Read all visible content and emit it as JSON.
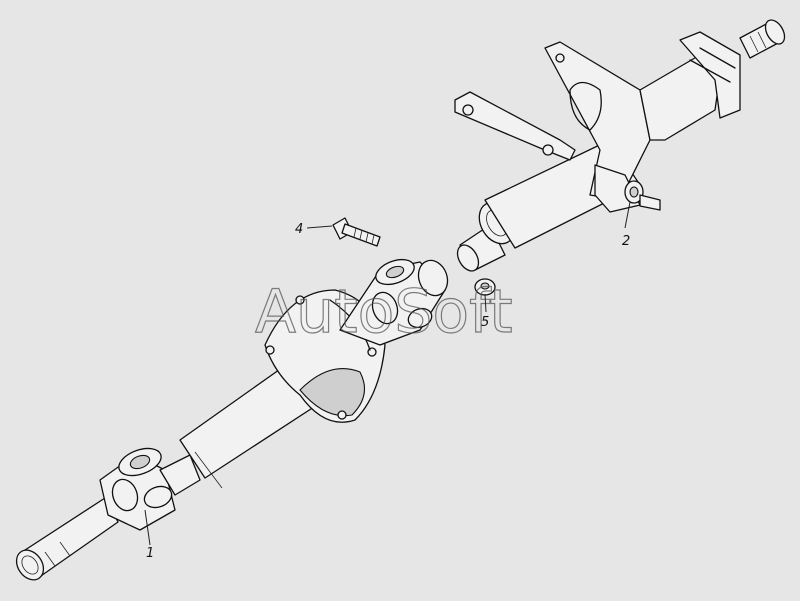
{
  "callouts": [
    "1",
    "2",
    "4",
    "5"
  ],
  "watermark": "AutoSoft",
  "colors": {
    "background": "#e6e6e6",
    "line": "#111111",
    "fill": "#f2f2f2"
  }
}
